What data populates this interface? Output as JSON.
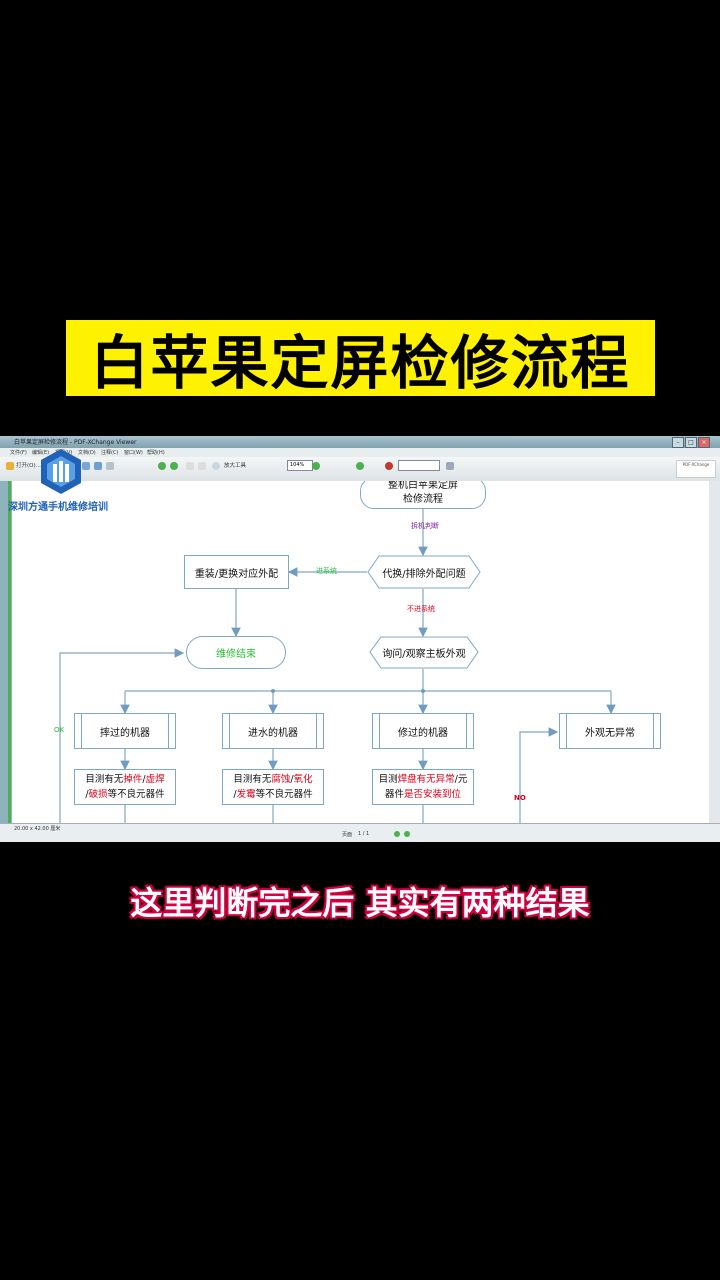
{
  "banner": {
    "title": "白苹果定屏检修流程"
  },
  "subtitle": "这里判断完之后 其实有两种结果",
  "watermark": {
    "brand": "深圳方通手机维修培训"
  },
  "window": {
    "title": "白苹果定屏检修流程 - PDF-XChange Viewer",
    "menu": [
      "文件(F)",
      "编辑(E)",
      "视图(V)",
      "文档(D)",
      "注释(C)",
      "窗口(W)",
      "帮助(H)"
    ],
    "toolbar": {
      "zoom": "104%",
      "zoom_label": "放大工具",
      "open_label": "打开(O)..."
    },
    "status": {
      "size": "20.00 x 42.00 厘米",
      "page": "1 / 1",
      "page_label": "页面"
    }
  },
  "flow": {
    "start": "整机白苹果定屏\n检修流程",
    "edge_teardown": "拆机判断",
    "check_assembly": "代换/排除外配问题",
    "edge_boots": "进系统",
    "reassemble": "重装/更换对应外配",
    "edge_no_boot": "不进系统",
    "repair_end": "维修结束",
    "inquire": "询问/观察主板外观",
    "edge_ok": "OK",
    "edge_no": "NO",
    "branches": [
      {
        "title": "摔过的机器",
        "detail_parts": [
          "目测有无",
          "掉件",
          "/",
          "虚焊",
          "\n/",
          "破损",
          "等不良元器件"
        ]
      },
      {
        "title": "进水的机器",
        "detail_parts": [
          "目测有无",
          "腐蚀",
          "/",
          "氧化",
          "\n/",
          "发霉",
          "等不良元器件"
        ]
      },
      {
        "title": "修过的机器",
        "detail_parts": [
          "目测",
          "焊盘有无异常",
          "/元\n器件",
          "是否安装到位",
          ""
        ]
      },
      {
        "title": "外观无异常"
      }
    ]
  },
  "colors": {
    "banner_bg": "#fff200",
    "accent_red": "#e0001a",
    "accent_green": "#2bbf3a",
    "accent_purple": "#7a1fa2",
    "line": "#7fa8c4"
  }
}
